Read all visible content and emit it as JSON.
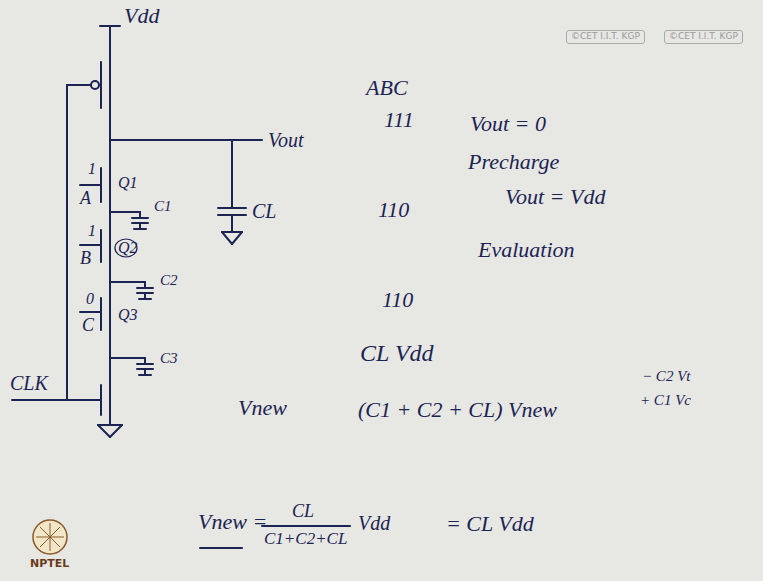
{
  "diagram": {
    "labels": [
      "Vdd",
      "Vout",
      "1",
      "A",
      "Q1",
      "C1",
      "CL",
      "1",
      "B",
      "Q2",
      "C2",
      "0",
      "C",
      "Q3",
      "C3",
      "CLK",
      "ABC",
      "111",
      "Vout = 0",
      "110",
      "Precharge",
      "Vout = Vdd",
      "Evaluation",
      "110",
      "CL Vdd",
      "Vnew",
      "(C1 + C2 + CL) Vnew",
      "− C2 Vt",
      "+ C1 Vc",
      "Vnew =",
      "CL",
      "C1+C2+CL",
      "Vdd",
      "= CL Vdd",
      "©CET I.I.T. KGP",
      "©CET I.I.T. KGP",
      "NPTEL"
    ]
  }
}
